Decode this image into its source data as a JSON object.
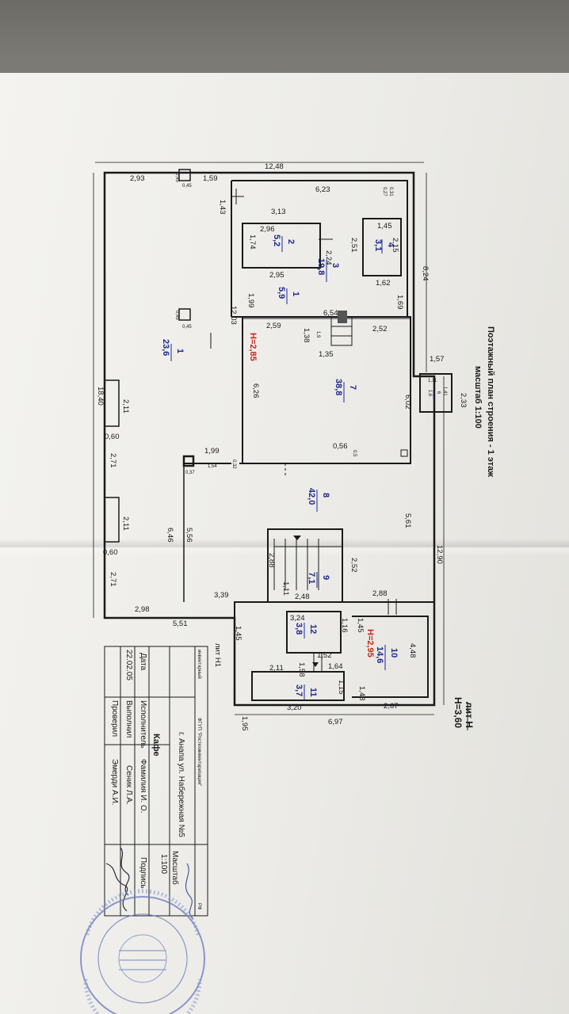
{
  "title": {
    "line1": "Поэтажный план строения - 1 этаж",
    "line2": "масштаб 1:100",
    "lit_h_label": "лит Н",
    "lit_h_height": "Н=3,60",
    "lit_h1_label": "лит Н1"
  },
  "rooms": [
    {
      "num": "1",
      "area": "23,6"
    },
    {
      "num": "2",
      "area": "5,2"
    },
    {
      "num": "3",
      "area": "19,8"
    },
    {
      "num": "1",
      "area": "5,9"
    },
    {
      "num": "4",
      "area": "3,1"
    },
    {
      "num": "7",
      "area": "38,8"
    },
    {
      "num": "6",
      "area": "1,6"
    },
    {
      "num": "8",
      "area": "42,0"
    },
    {
      "num": "9",
      "area": "7,1"
    },
    {
      "num": "12",
      "area": "3,8"
    },
    {
      "num": "10",
      "area": "14,6"
    },
    {
      "num": "11",
      "area": "3,7"
    }
  ],
  "heights": {
    "h1": "Н=2,85",
    "h2": "Н=2,95"
  },
  "dims": {
    "d1248": "12,48",
    "d293": "2,93",
    "d159": "1,59",
    "d045a": "0,45",
    "d045b": "0,45",
    "d623": "6,23",
    "d027": "0,27",
    "d031": "0,31",
    "d143": "1,43",
    "d313": "3,13",
    "d145a": "1,45",
    "d215": "2,15",
    "d251": "2,51",
    "d296": "2,96",
    "d174": "1,74",
    "d224": "2,24",
    "d824": "8,24",
    "d162": "1,62",
    "d295": "2,95",
    "d199a": "1,99",
    "d169": "1,69",
    "d1203": "12,03",
    "d654": "6,54",
    "d259": "2,59",
    "d138": "1,38",
    "d19": "1,9",
    "d252a": "2,52",
    "d045c": "0,45",
    "d045d": "0,45",
    "d135": "1,35",
    "d157": "1,57",
    "d111": "1,11",
    "d141": "1,41",
    "d233": "2,33",
    "d602": "6,02",
    "d626": "6,26",
    "d1840": "18,40",
    "d211a": "2,11",
    "d060a": "0,60",
    "d271a": "2,71",
    "d199b": "1,99",
    "d154": "1,54",
    "d032": "0,32",
    "d037": "0,37",
    "d056": "0,56",
    "d05": "0,5",
    "d561": "5,61",
    "d646": "6,46",
    "d556": "5,56",
    "d211b": "2,11",
    "d060b": "0,60",
    "d271b": "2,71",
    "d1290": "12,90",
    "d288a": "2,88",
    "d252b": "2,52",
    "d111b": "1,11",
    "d248": "2,48",
    "d339": "3,39",
    "d288b": "2,88",
    "d298": "2,98",
    "d551": "5,51",
    "d324": "3,24",
    "d116": "1,16",
    "d145b": "1,45",
    "d145c": "1,45",
    "d448": "4,48",
    "d158": "1,58",
    "d152": "1,52",
    "d164": "1,64",
    "d211c": "2,11",
    "d115": "1,15",
    "d148": "1,48",
    "d320": "3,20",
    "d267": "2,67",
    "d195": "1,95",
    "d697": "6,97"
  },
  "stamp": {
    "org": "ФГУП \"Ростехинвентаризация\"",
    "rf": "РФ",
    "inv": "инвентарный",
    "address": "г. Анапа ул. Набережная №5",
    "object": "Кафе",
    "scale_label": "Масштаб",
    "scale_value": "1:100",
    "col_date": "Дата",
    "col_exec": "Исполнитель",
    "col_name": "Фамилия И. О.",
    "col_sign": "Подпись",
    "date": "22.02.05",
    "done": "Выполнил",
    "done_name": "Сеник Л.А.",
    "checked": "Проверил",
    "checked_name": "Эмерди А.И."
  }
}
